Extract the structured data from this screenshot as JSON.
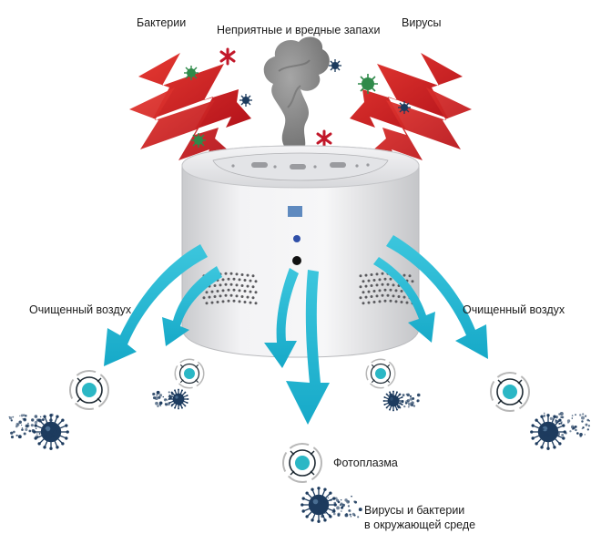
{
  "labels": {
    "bacteria": "Бактерии",
    "odors": "Неприятные и вредные запахи",
    "viruses": "Вирусы",
    "clean_air_left": "Очищенный воздух",
    "clean_air_right": "Очищенный воздух",
    "photoplasma": "Фотоплазма",
    "environment_line1": "Вирусы и бактерии",
    "environment_line2": "в окружающей среде"
  },
  "colors": {
    "incoming_arrow": "#d42020",
    "outgoing_arrow": "#25b9d4",
    "smoke": "#8c8c8c",
    "virus_red": "#c2182a",
    "virus_green": "#2f8a4a",
    "virus_navy": "#1d3b5e",
    "particle_teal": "#2bb7c5",
    "purifier_body": "#ececee"
  },
  "icons": {
    "incoming": "red-zigzag-arrow-icon",
    "outgoing": "cyan-curved-arrow-icon",
    "photoplasma": "photoplasma-particle-icon",
    "virus": "virus-cluster-icon",
    "smoke": "smoke-plume-icon",
    "device": "air-purifier-icon"
  }
}
